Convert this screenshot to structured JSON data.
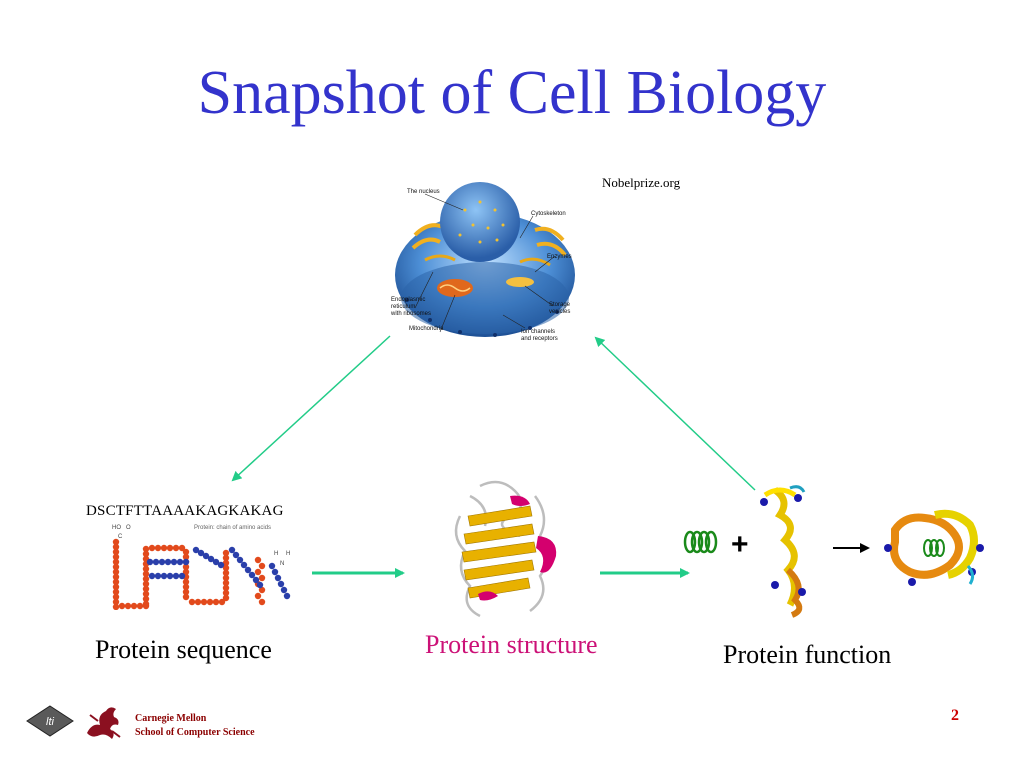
{
  "title": "Snapshot of Cell Biology",
  "source": "Nobelprize.org",
  "cell": {
    "labels": {
      "nucleus": "The nucleus",
      "cytoskeleton": "Cytoskeleton",
      "enzymes": "Enzymes",
      "er_1": "Endoplasmic",
      "er_2": "reticulum",
      "er_3": "with ribosomes",
      "mitochondria": "Mitochondria",
      "storage_1": "Storage",
      "storage_2": "vesicles",
      "ion_1": "Ion channels",
      "ion_2": "and receptors"
    }
  },
  "sequence": "DSCTFTTAAAAKAGKAKAG",
  "chain": {
    "caption": "Protein: chain of amino acids",
    "ho": "HO",
    "o": "O",
    "c": "C",
    "h1": "H",
    "h2": "H",
    "n": "N"
  },
  "labels": {
    "sequence": "Protein sequence",
    "structure": "Protein structure",
    "function": "Protein function"
  },
  "operators": {
    "plus": "+"
  },
  "footer": {
    "logo": "lti",
    "institution_1": "Carnegie Mellon",
    "institution_2": "School of Computer Science",
    "page": "2"
  },
  "colors": {
    "title": "#3333cc",
    "arrow": "#22cc88",
    "structure_label": "#cc1177",
    "footer": "#8b0000",
    "page": "#cc0000"
  }
}
